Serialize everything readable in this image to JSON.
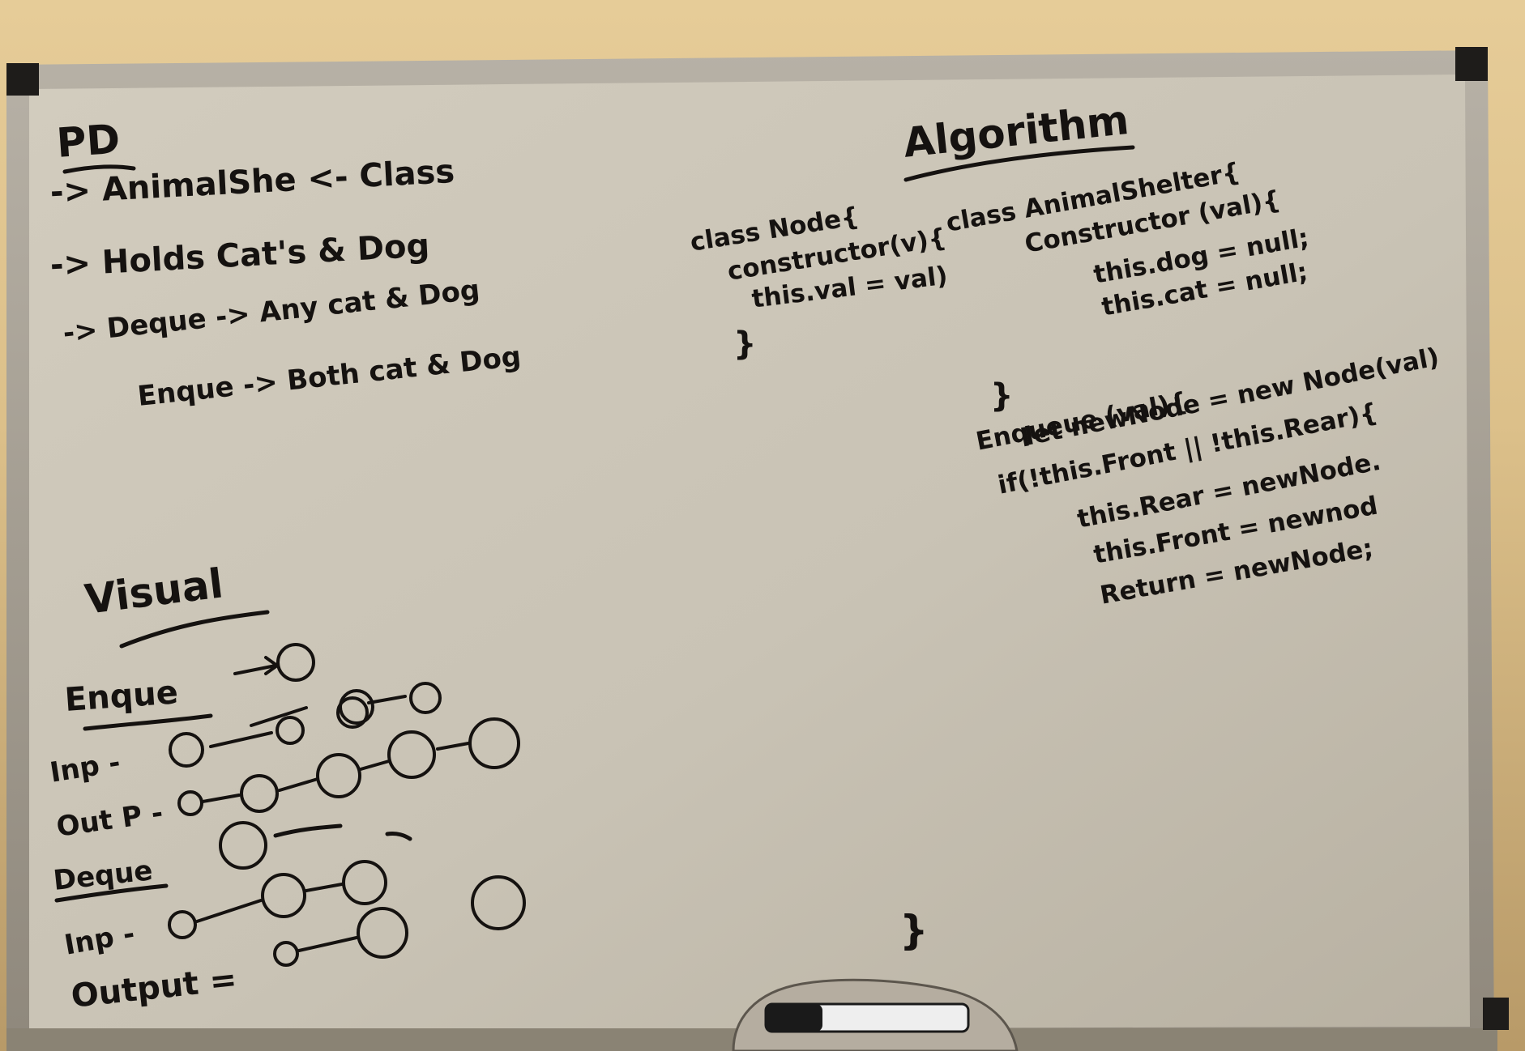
{
  "colors": {
    "wall": "#dcc08a",
    "board": "#cbc4b6",
    "frame": "#9a9388",
    "ink": "#151210"
  },
  "problem": {
    "heading": "PD",
    "line1": "-> AnimalShe <- Class",
    "line2": "-> Holds Cat's & Dog",
    "line3": "-> Deque -> Any cat & Dog",
    "line4": "Enque -> Both cat & Dog"
  },
  "algorithm": {
    "heading": "Algorithm",
    "node_lines": [
      "class Node{",
      "constructor(v){",
      "this.val = val)",
      "}"
    ],
    "shelter_lines": [
      "class AnimalShelter{",
      "Constructor (val){",
      "this.dog = null;",
      "this.cat = null;",
      "}"
    ],
    "enqueue_lines": [
      "Enqueue (val){",
      "let newNode = new Node(val)",
      "if(!this.Front || !this.Rear){",
      "this.Rear = newNode.",
      "this.Front = newnod",
      "Return = newNode;"
    ],
    "closing": "}"
  },
  "visual": {
    "heading": "Visual",
    "enque_label": "Enque",
    "enque_input_label": "Inp -",
    "enque_output_label": "Out P -",
    "deque_label": "Deque",
    "deque_input_label": "Inp -",
    "deque_output_label": "Output ="
  }
}
